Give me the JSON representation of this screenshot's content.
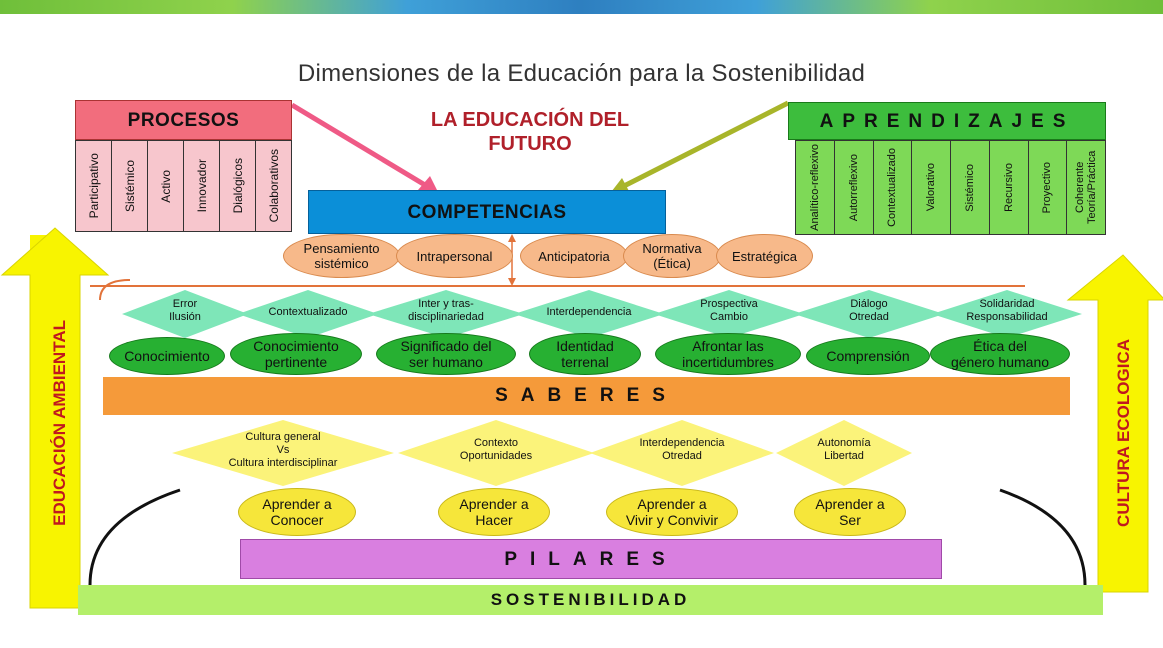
{
  "title": "Dimensiones de la Educación para la Sostenibilidad",
  "futuro": [
    "LA EDUCACIÓN DEL",
    "FUTURO"
  ],
  "procesos": {
    "header": "PROCESOS",
    "items": [
      "Participativo",
      "Sistémico",
      "Activo",
      "Innovador",
      "Dialógicos",
      "Colaborativos"
    ]
  },
  "aprendizajes": {
    "header": "APRENDIZAJES",
    "items": [
      "Analítico-reflexivo",
      "Autorreflexivo",
      "Contextualizado",
      "Valorativo",
      "Sistémico",
      "Recursivo",
      "Proyectivo",
      "Coherente Teoría/Práctica"
    ]
  },
  "competencias": {
    "header": "COMPETENCIAS",
    "items": [
      [
        "Pensamiento",
        "sistémico"
      ],
      [
        "Intrapersonal"
      ],
      [
        "Anticipatoria"
      ],
      [
        "Normativa",
        "(Ética)"
      ],
      [
        "Estratégica"
      ]
    ]
  },
  "saberes_diamonds": [
    [
      "Error",
      "Ilusión"
    ],
    [
      "Contextualizado"
    ],
    [
      "Inter y tras-",
      "disciplinariedad"
    ],
    [
      "Interdependencia"
    ],
    [
      "Prospectiva",
      "Cambio"
    ],
    [
      "Diálogo",
      "Otredad"
    ],
    [
      "Solidaridad",
      "Responsabilidad"
    ]
  ],
  "saberes_ovals": [
    [
      "Conocimiento"
    ],
    [
      "Conocimiento",
      "pertinente"
    ],
    [
      "Significado del",
      "ser humano"
    ],
    [
      "Identidad",
      "terrenal"
    ],
    [
      "Afrontar las",
      "incertidumbres"
    ],
    [
      "Comprensión"
    ],
    [
      "Ética del",
      "género humano"
    ]
  ],
  "saberes_label": "SABERES",
  "pilares_diamonds": [
    [
      "Cultura general",
      "Vs",
      "Cultura interdisciplinar"
    ],
    [
      "Contexto",
      "Oportunidades"
    ],
    [
      "Interdependencia",
      "Otredad"
    ],
    [
      "Autonomía",
      "Libertad"
    ]
  ],
  "pilares_ovals": [
    [
      "Aprender a",
      "Conocer"
    ],
    [
      "Aprender a",
      "Hacer"
    ],
    [
      "Aprender a",
      "Vivir y Convivir"
    ],
    [
      "Aprender a",
      "Ser"
    ]
  ],
  "pilares_label": "PILARES",
  "sostenibilidad_label": "SOSTENIBILIDAD",
  "left_arrow_label": "EDUCACIÓN AMBIENTAL",
  "right_arrow_label": "CULTURA ECOLOGICA",
  "colors": {
    "procesos_header": "#f26d7d",
    "procesos_cells": "#f7c6cd",
    "aprendizajes_header": "#3dbd3d",
    "aprendizajes_cells": "#7ed957",
    "competencias": "#0b8fd8",
    "competencias_ovals": "#f7b98a",
    "saberes_diamonds": "#7ee6b8",
    "saberes_ovals": "#27b032",
    "saberes_bar": "#f59a3a",
    "pilares_diamonds": "#fbf37a",
    "pilares_ovals": "#f6e63a",
    "pilares_bar": "#d97fe0",
    "sostenibilidad_bar": "#b4ef6a",
    "side_arrows": "#f8f400",
    "side_text": "#c0181f",
    "futuro_text": "#b0202a"
  }
}
